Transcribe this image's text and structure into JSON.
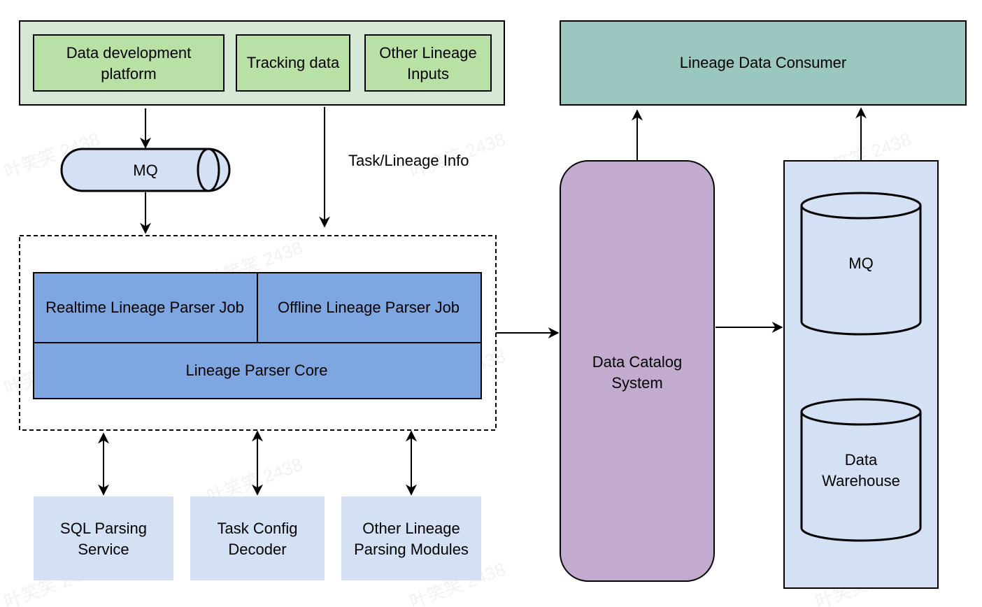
{
  "watermark": "叶笑笑 2438",
  "colors": {
    "input_container": "#d5e8d4",
    "input_box": "#b9e0a5",
    "mq_queue": "#d4e1f5",
    "parser": "#7ea6e0",
    "module": "#d4e1f5",
    "catalog": "#c3abd0",
    "consumer": "#9ac7bf",
    "storage": "#d4e1f5"
  },
  "inputs": {
    "data_dev_platform": [
      "Data development",
      "platform"
    ],
    "tracking_data": "Tracking data",
    "other_inputs": [
      "Other Lineage",
      "Inputs"
    ]
  },
  "mq_left": "MQ",
  "edge_label": "Task/Lineage Info",
  "parser": {
    "realtime": "Realtime Lineage Parser Job",
    "offline": "Offline Lineage Parser Job",
    "core": "Lineage Parser Core"
  },
  "modules": {
    "sql": [
      "SQL Parsing",
      "Service"
    ],
    "task_config": [
      "Task Config",
      "Decoder"
    ],
    "other": [
      "Other Lineage",
      "Parsing Modules"
    ]
  },
  "catalog": [
    "Data Catalog",
    "System"
  ],
  "consumer": "Lineage Data Consumer",
  "storage": {
    "mq": "MQ",
    "dw": [
      "Data",
      "Warehouse"
    ]
  }
}
